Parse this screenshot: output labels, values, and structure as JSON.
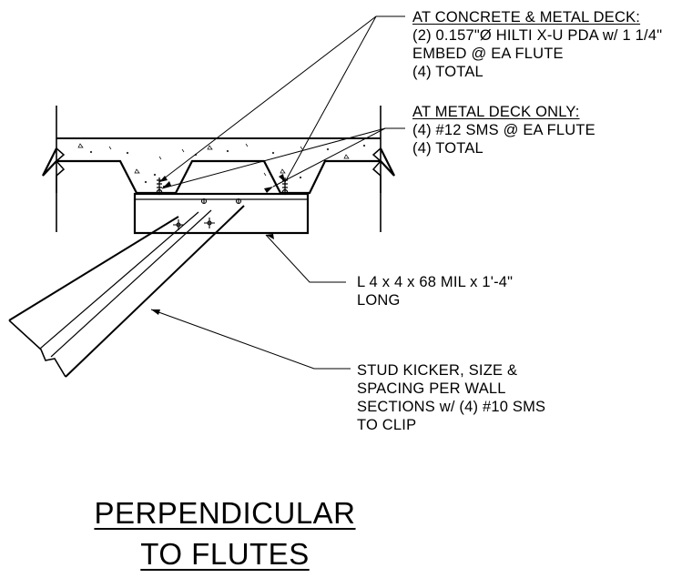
{
  "notes": {
    "concrete_deck": {
      "heading": "AT CONCRETE & METAL DECK:",
      "lines": [
        "(2) 0.157\"Ø HILTI X-U PDA w/ 1 1/4\"",
        "EMBED @ EA FLUTE",
        "(4) TOTAL"
      ]
    },
    "metal_deck": {
      "heading": "AT METAL DECK ONLY:",
      "lines": [
        "(4) #12 SMS @ EA FLUTE",
        "(4) TOTAL"
      ]
    },
    "angle": {
      "lines": [
        "L 4 x 4 x 68 MIL x 1'-4\"",
        "LONG"
      ]
    },
    "kicker": {
      "lines": [
        "STUD KICKER, SIZE &",
        "SPACING PER WALL",
        "SECTIONS w/ (4) #10 SMS",
        "TO CLIP"
      ]
    }
  },
  "title": {
    "line1": "PERPENDICULAR",
    "line2": "TO FLUTES"
  }
}
